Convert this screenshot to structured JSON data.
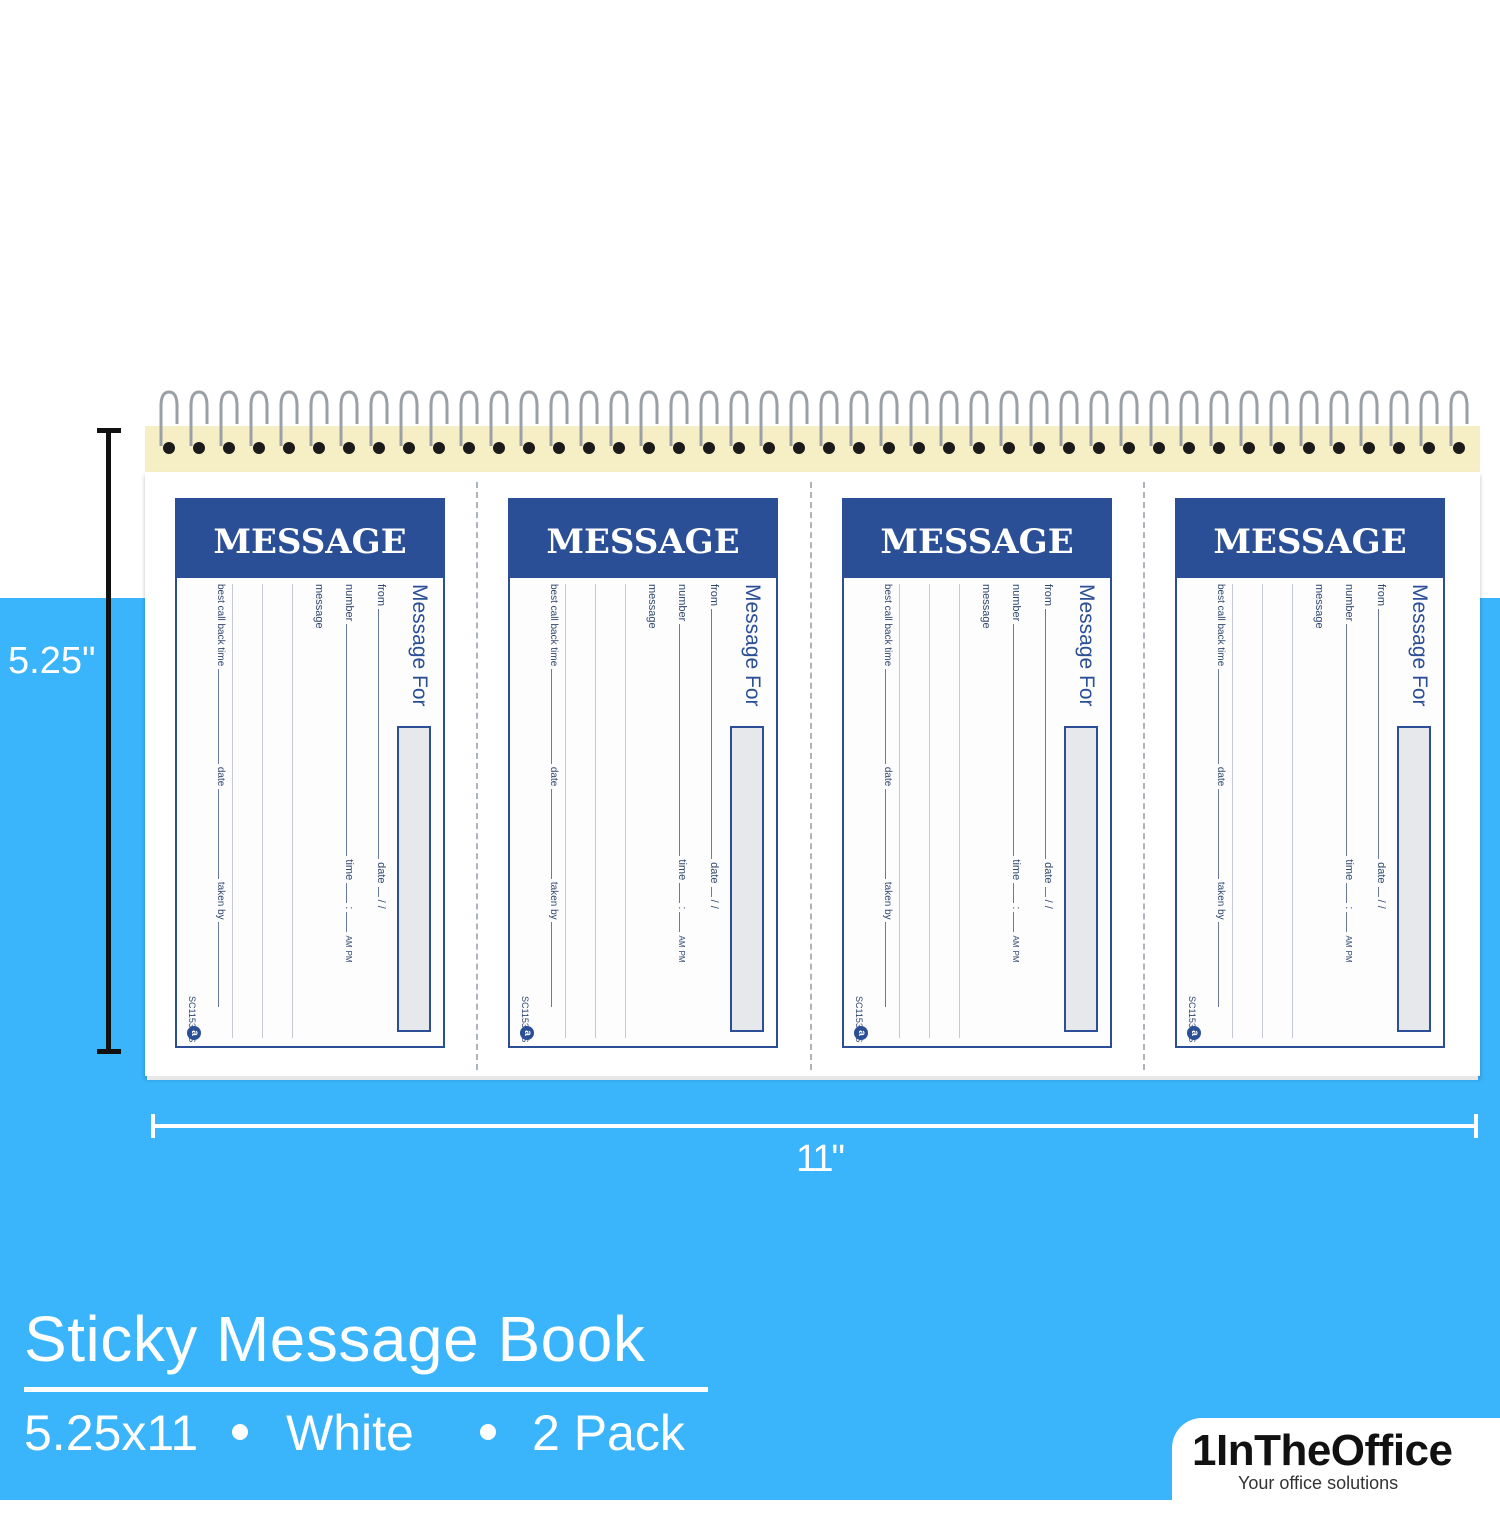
{
  "dimensions": {
    "height_label": "5.25\"",
    "width_label": "11\""
  },
  "slips": [
    {
      "header": "MESSAGE"
    },
    {
      "header": "MESSAGE"
    },
    {
      "header": "MESSAGE"
    },
    {
      "header": "MESSAGE"
    }
  ],
  "slip_fields": {
    "message_for": "Message For",
    "date": "date",
    "date_sep": "/      /",
    "from": "from",
    "number": "number",
    "time": "time",
    "time_sep": ":",
    "am": "AM",
    "pm": "PM",
    "message": "message",
    "best_call_back": "best call back time",
    "date2": "date",
    "taken_by": "taken by",
    "code": "SC1153WS"
  },
  "product": {
    "title": "Sticky Message Book",
    "size": "5.25x11",
    "color": "White",
    "pack": "2 Pack"
  },
  "brand": {
    "name": "1InTheOffice",
    "tagline": "Your office solutions"
  },
  "colors": {
    "background_blue": "#3ab4fb",
    "slip_blue": "#2b4f96",
    "spine": "#f6efc6"
  }
}
